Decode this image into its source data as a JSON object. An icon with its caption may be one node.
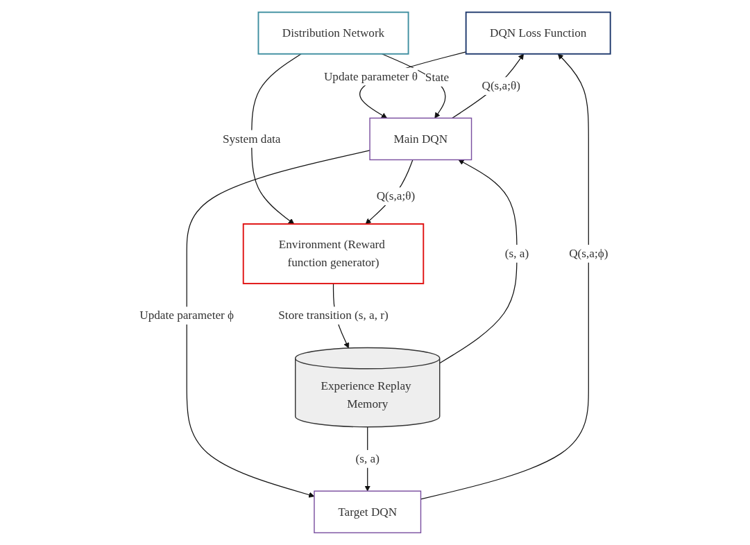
{
  "diagram": {
    "nodes": [
      {
        "text": [
          "DQN Loss Function"
        ]
      },
      {
        "text": [
          "Distribution Network"
        ]
      },
      {
        "text": [
          "Main DQN"
        ]
      },
      {
        "text": [
          "Target DQN"
        ]
      },
      {
        "text": [
          "Environment (Reward function generator)"
        ]
      },
      {
        "text": [
          "Experience Replay Memory"
        ]
      }
    ],
    "edges": [
      {
        "from": 0,
        "to": 2,
        "arrow": "to",
        "label": "Update parameter θ"
      },
      {
        "from": 2,
        "to": 0,
        "arrow": "to",
        "label": "Q(s,a;θ)"
      },
      {
        "from": 3,
        "to": 0,
        "arrow": "to",
        "label": "Q(s,a;ϕ)"
      },
      {
        "from": 1,
        "to": 2,
        "arrow": "to",
        "label": "State"
      },
      {
        "from": 1,
        "to": 4,
        "arrow": "to",
        "label": "System data"
      },
      {
        "from": 2,
        "to": 4,
        "arrow": "to",
        "label": "Q(s,a;θ)"
      },
      {
        "from": 2,
        "to": 3,
        "arrow": "to",
        "label": "Update parameter ϕ"
      },
      {
        "from": 5,
        "to": 2,
        "arrow": "to",
        "label": "(s, a)"
      },
      {
        "from": 5,
        "to": 3,
        "arrow": "to",
        "label": "(s, a)"
      },
      {
        "from": 4,
        "to": 5,
        "arrow": "to",
        "label": "Store transition (s, a, r)"
      }
    ]
  }
}
